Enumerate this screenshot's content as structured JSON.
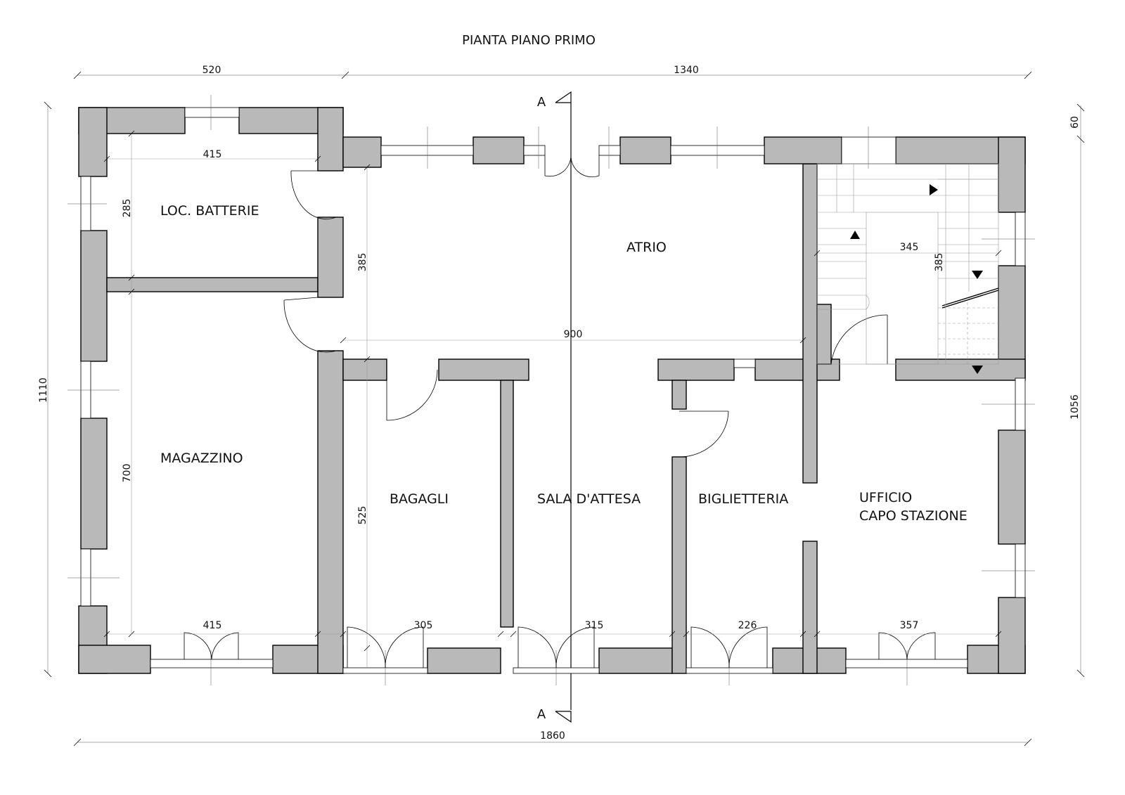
{
  "title": "PIANTA PIANO PRIMO",
  "section_label": "A",
  "rooms": {
    "loc_batterie": "LOC. BATTERIE",
    "atrio": "ATRIO",
    "magazzino": "MAGAZZINO",
    "bagagli": "BAGAGLI",
    "sala_attesa": "SALA D'ATTESA",
    "biglietteria": "BIGLIETTERIA",
    "ufficio_line1": "UFFICIO",
    "ufficio_line2": "CAPO STAZIONE"
  },
  "dimensions": {
    "top_left": "520",
    "top_right": "1340",
    "bottom_total": "1860",
    "left_total": "1110",
    "right_total": "1056",
    "right_top": "60",
    "batterie_width": "415",
    "batterie_depth": "285",
    "atrio_depth": "385",
    "atrio_width": "900",
    "stair_width": "345",
    "stair_depth": "385",
    "magazzino_depth": "700",
    "bagagli_depth": "525",
    "bottom_magazzino": "415",
    "bottom_bagagli": "305",
    "bottom_sala": "315",
    "bottom_biglietteria": "226",
    "bottom_ufficio": "357"
  }
}
